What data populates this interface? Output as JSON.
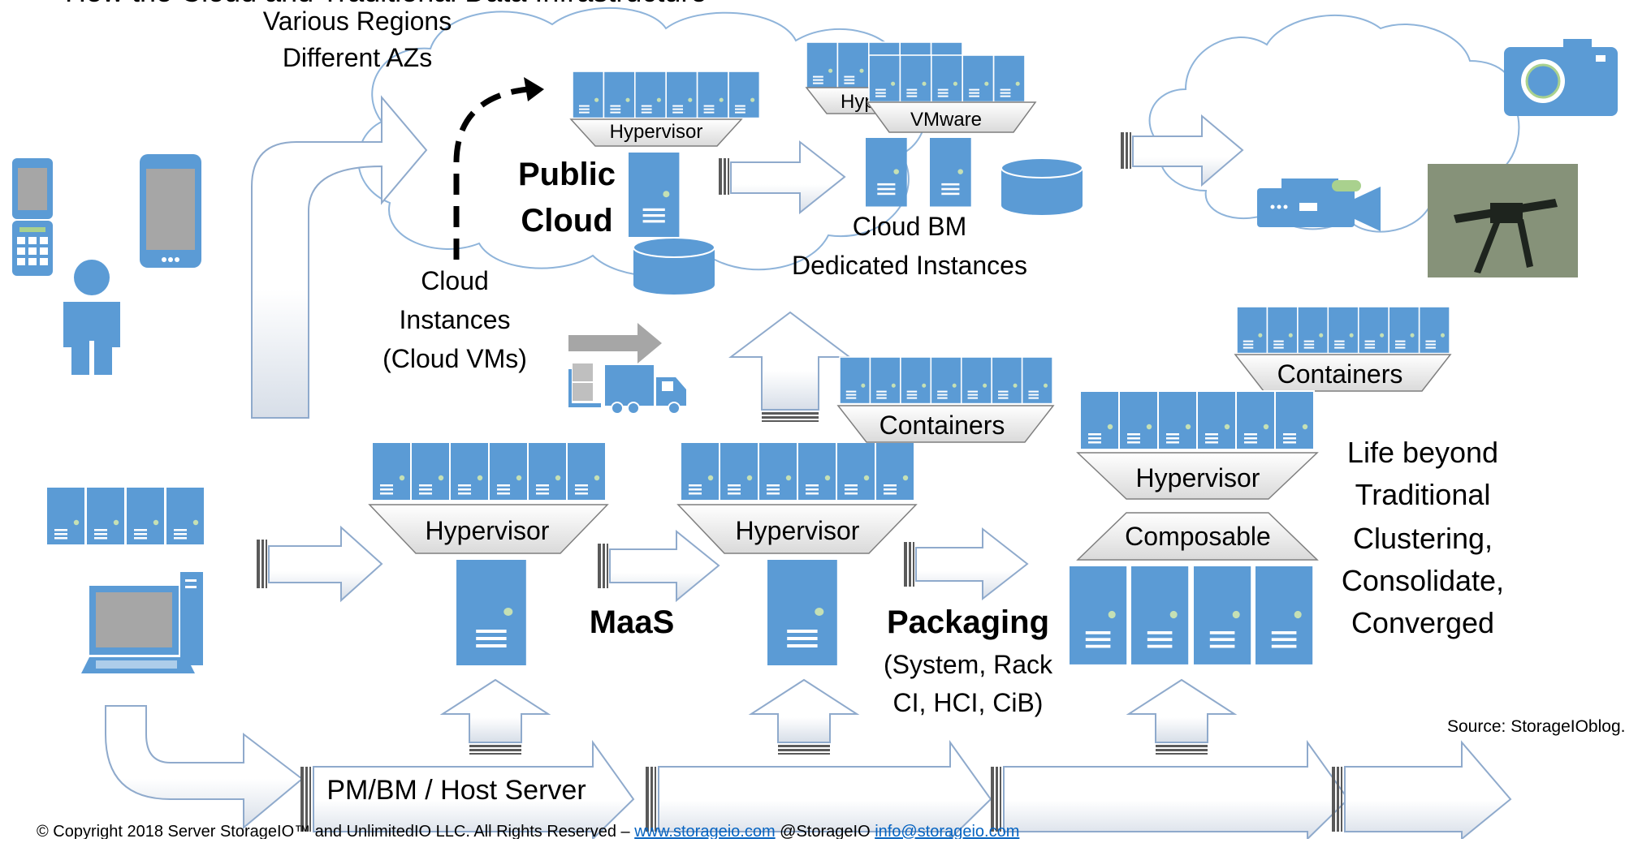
{
  "header_fragment": "How the Cloud and Traditional Data Infrastructure",
  "regions": {
    "line1": "Various Regions",
    "line2": "Different AZs"
  },
  "public_cloud": {
    "line1": "Public",
    "line2": "Cloud",
    "hypervisor": "Hypervisor"
  },
  "cloud_instances": {
    "line1": "Cloud",
    "line2": "Instances",
    "line3": "(Cloud VMs)"
  },
  "cloud_bm": {
    "line1": "Cloud BM",
    "line2": "Dedicated Instances",
    "vmware": "VMware",
    "hyperv_behind": "Hypervisor"
  },
  "stage_labels": {
    "maas": "MaaS",
    "packaging": "Packaging",
    "pkg_line1": "(System, Rack",
    "pkg_line2": "CI, HCI, CiB)"
  },
  "hypervisor_1": "Hypervisor",
  "hypervisor_2": "Hypervisor",
  "containers_1": "Containers",
  "containers_2": "Containers",
  "composable": {
    "hypervisor": "Hypervisor",
    "composable": "Composable"
  },
  "life_beyond": [
    "Life beyond",
    "Traditional",
    "Clustering,",
    "Consolidate,",
    "Converged"
  ],
  "host_server": "PM/BM / Host Server",
  "source": "Source: StorageIOblog.com",
  "footer": {
    "copyright": "© Copyright 2018 Server StorageIO™ and UnlimitedIO LLC. All Rights Reserved – ",
    "website": "www.storageio.com",
    "handle": " @StorageIO ",
    "email": "info@storageio.com"
  },
  "colors": {
    "blue": "#5B9BD5",
    "blue_dark": "#2E75B6",
    "arrow_stroke": "#8FAACC",
    "cloud_stroke": "#8FB4DA",
    "drone_bg": "#7E8A72",
    "green_light": "#A9D18E"
  }
}
